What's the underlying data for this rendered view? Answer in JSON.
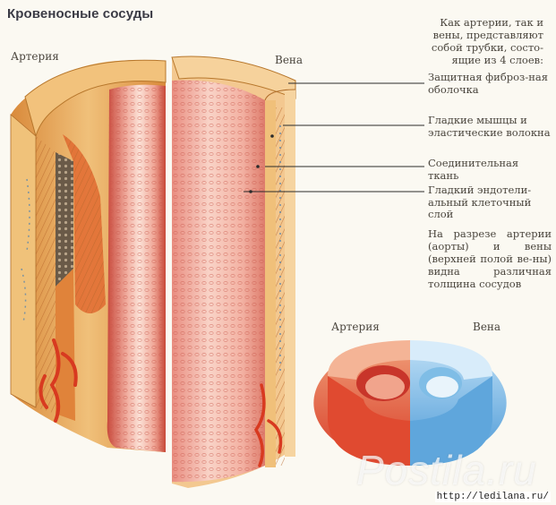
{
  "title": "Кровеносные сосуды",
  "labels": {
    "artery": "Артерия",
    "vein": "Вена",
    "artery_small": "Артерия",
    "vein_small": "Вена"
  },
  "intro": "Как артерии, так и вены, представляют собой трубки, состо-ящие из 4 слоев:",
  "layers": [
    "Защитная фиброз-ная оболочка",
    "Гладкие мышцы и эластические волокна",
    "Соединительная ткань",
    "Гладкий эндотели-альный клеточный слой"
  ],
  "note": "На разрезе артерии (аорты) и вены (верхней полой ве-ны) видна различная толщина сосудов",
  "watermark": "Postila.ru",
  "url": "http://ledilana.ru/",
  "colors": {
    "adventitia": "#e9a54a",
    "muscle": "#d97a3c",
    "endothelium": "#e46a66",
    "lumen": "#f3b8ae",
    "artery_ring": "#e5533c",
    "vein_ring": "#6ab0e2"
  }
}
